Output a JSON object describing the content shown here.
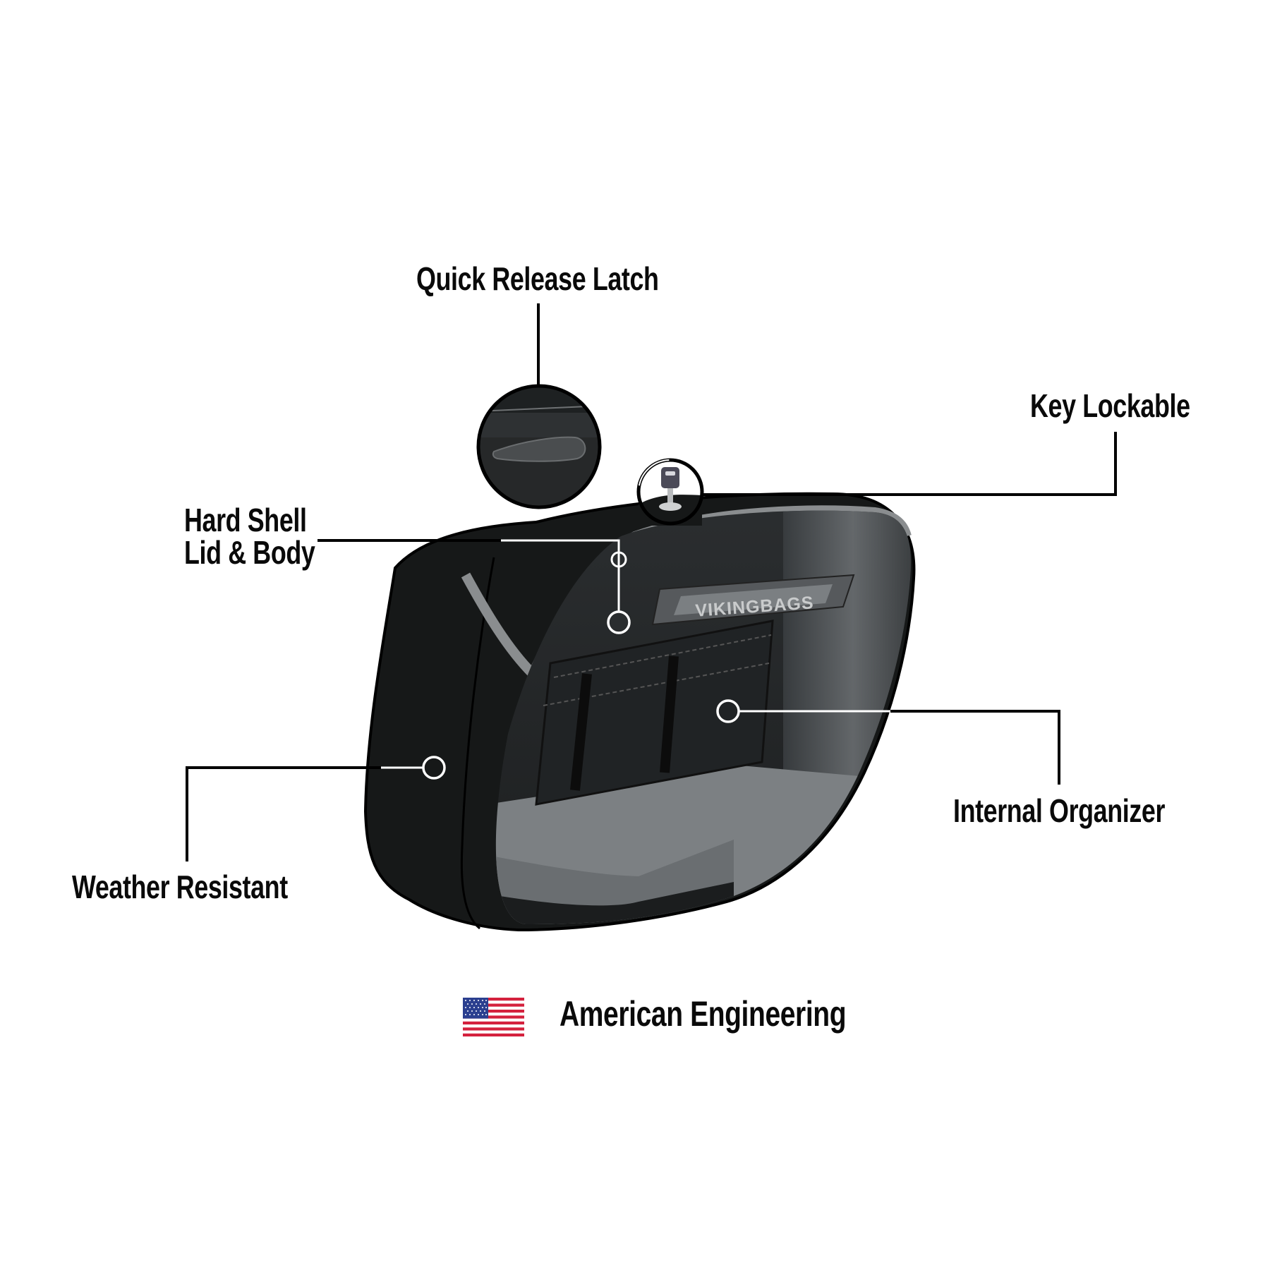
{
  "features": {
    "quick_release_latch": "Quick Release Latch",
    "key_lockable": "Key Lockable",
    "hard_shell_line1": "Hard Shell",
    "hard_shell_line2": "Lid & Body",
    "internal_organizer": "Internal Organizer",
    "weather_resistant": "Weather Resistant"
  },
  "brand_badge": "VIKINGBAGS",
  "footer": {
    "flag_icon": "us-flag-icon",
    "text": "American Engineering"
  },
  "colors": {
    "bag_black": "#161818",
    "trim_gray": "#8a8d8f",
    "inner_dark": "#2a2d2f",
    "floor_gray": "#7c8083",
    "callout_line": "#000000",
    "callout_marker": "#ffffff",
    "flag_red": "#d4213d",
    "flag_blue": "#2b3f8f"
  }
}
